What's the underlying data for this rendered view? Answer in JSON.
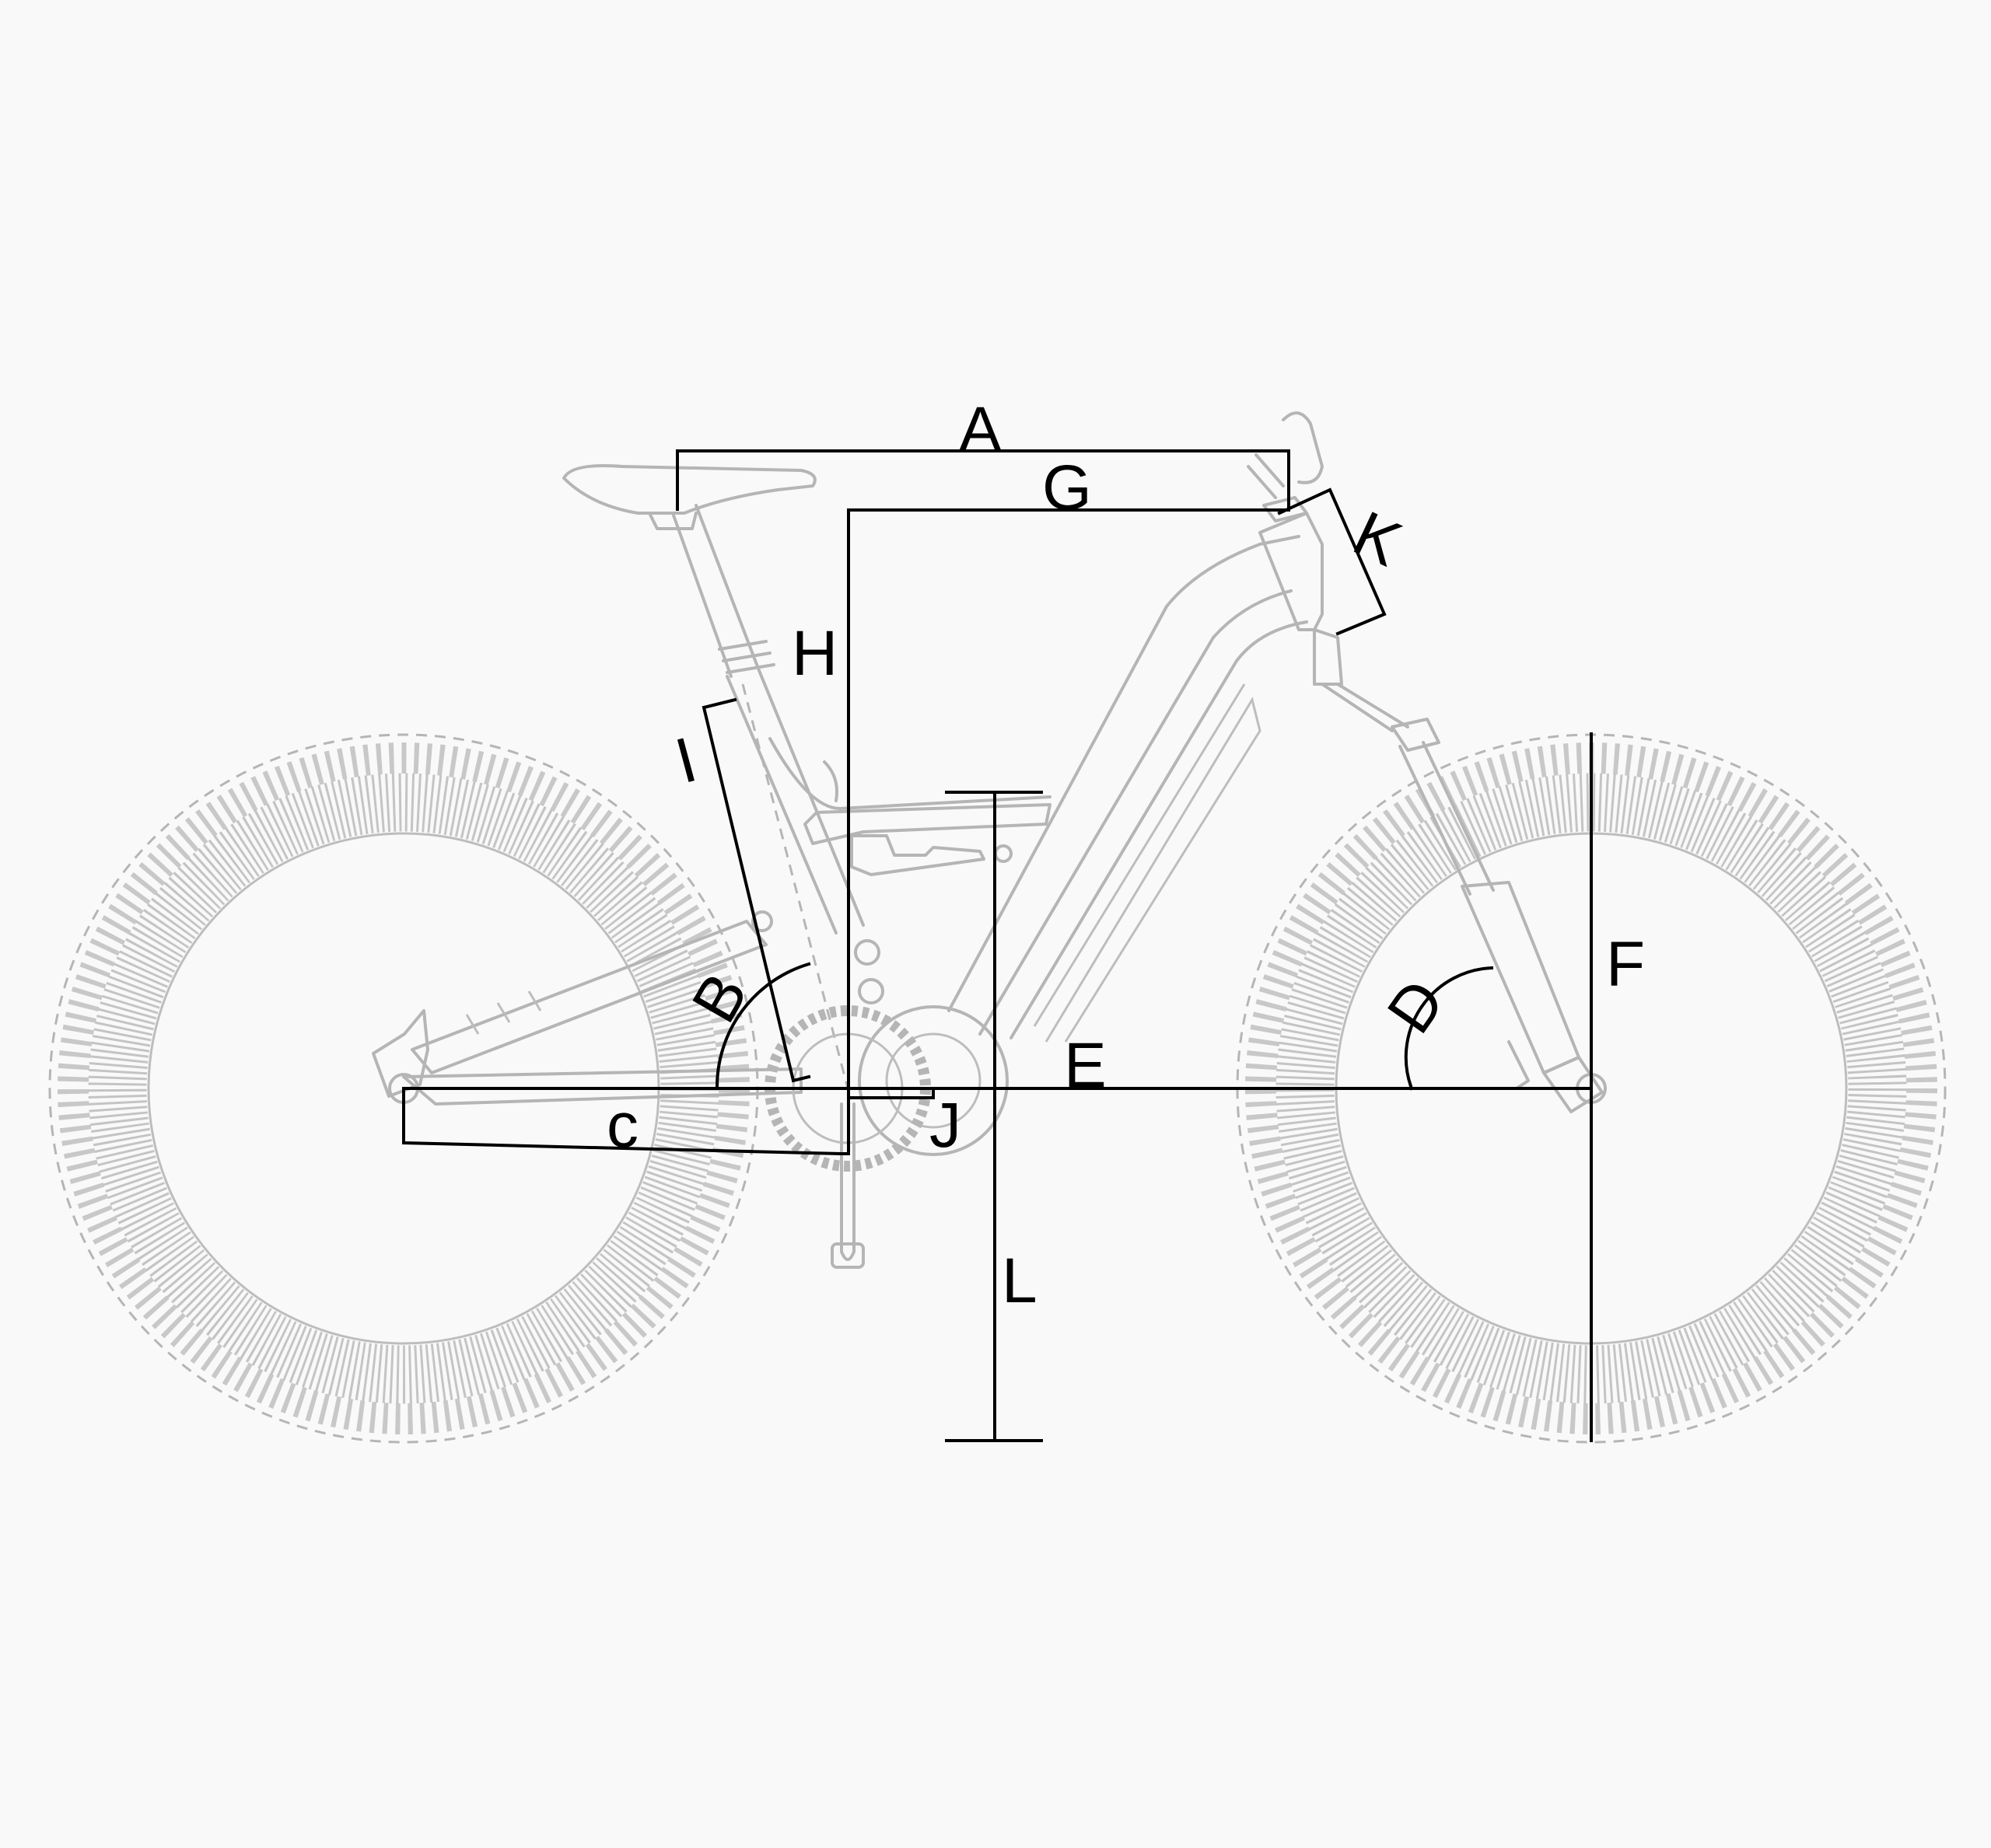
{
  "diagram": {
    "subject": "Full-suspension electric mountain bike side view with geometry dimension callouts",
    "background_color": "#f9f9f9",
    "line_color_bike": "#b5b5b5",
    "line_color_dimensions": "#000000"
  },
  "labels": {
    "A": "A",
    "B": "B",
    "C": "c",
    "D": "D",
    "E": "E",
    "F": "F",
    "G": "G",
    "H": "H",
    "I": "I",
    "J": "J",
    "K": "K",
    "L": "L"
  }
}
